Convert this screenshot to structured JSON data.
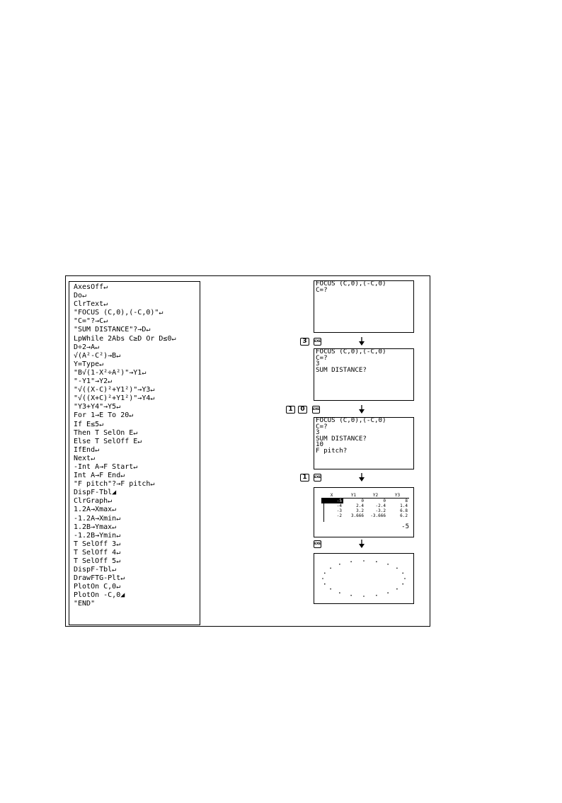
{
  "program_lines": [
    "AxesOff↵",
    "Do↵",
    "ClrText↵",
    "\"FOCUS (C,0),(-C,0)\"↵",
    "\"C=\"?→C↵",
    "\"SUM DISTANCE\"?→D↵",
    "LpWhile 2Abs C≥D Or D≤0↵",
    "D÷2→A↵",
    "√(A²-C²)→B↵",
    "Y=Type↵",
    "\"B√(1-X²÷A²)\"→Y1↵",
    "\"-Y1\"→Y2↵",
    "\"√((X-C)²+Y1²)\"→Y3↵",
    "\"√((X+C)²+Y1²)\"→Y4↵",
    "\"Y3+Y4\"→Y5↵",
    "For 1→E To 20↵",
    "If E≤5↵",
    "Then T SelOn E↵",
    "Else T SelOff E↵",
    "IfEnd↵",
    "Next↵",
    "-Int A→F Start↵",
    "Int A→F End↵",
    "\"F pitch\"?→F pitch↵",
    "DispF-Tbl◢",
    "ClrGraph↵",
    "1.2A→Xmax↵",
    "-1.2A→Xmin↵",
    "1.2B→Ymax↵",
    "-1.2B→Ymin↵",
    "T SelOff 3↵",
    "T SelOff 4↵",
    "T SelOff 5↵",
    "DispF-Tbl↵",
    "DrawFTG-Plt↵",
    "PlotOn C,0↵",
    "PlotOn -C,0◢",
    "\"END\""
  ],
  "screens": {
    "s1": [
      "FOCUS (C,0),(-C,0)",
      "C=?"
    ],
    "s2": [
      "FOCUS (C,0),(-C,0)",
      "C=?",
      "3",
      "SUM DISTANCE?"
    ],
    "s3": [
      "FOCUS (C,0),(-C,0)",
      "C=?",
      "3",
      "SUM DISTANCE?",
      "10",
      "F pitch?"
    ]
  },
  "keys": {
    "k1": "3",
    "k2a": "1",
    "k2b": "0",
    "k3": "1",
    "exe": "EXE"
  },
  "table": {
    "headers": [
      "X",
      "Y1",
      "Y2",
      "Y3"
    ],
    "rows": [
      [
        "-5",
        "0",
        "0",
        "8"
      ],
      [
        "-4",
        "2.4",
        "-2.4",
        "1.4"
      ],
      [
        "-3",
        "3.2",
        "-3.2",
        "6.8"
      ],
      [
        "-2",
        "3.666",
        "-3.666",
        "6.2"
      ]
    ],
    "bottom_value": "-5"
  }
}
